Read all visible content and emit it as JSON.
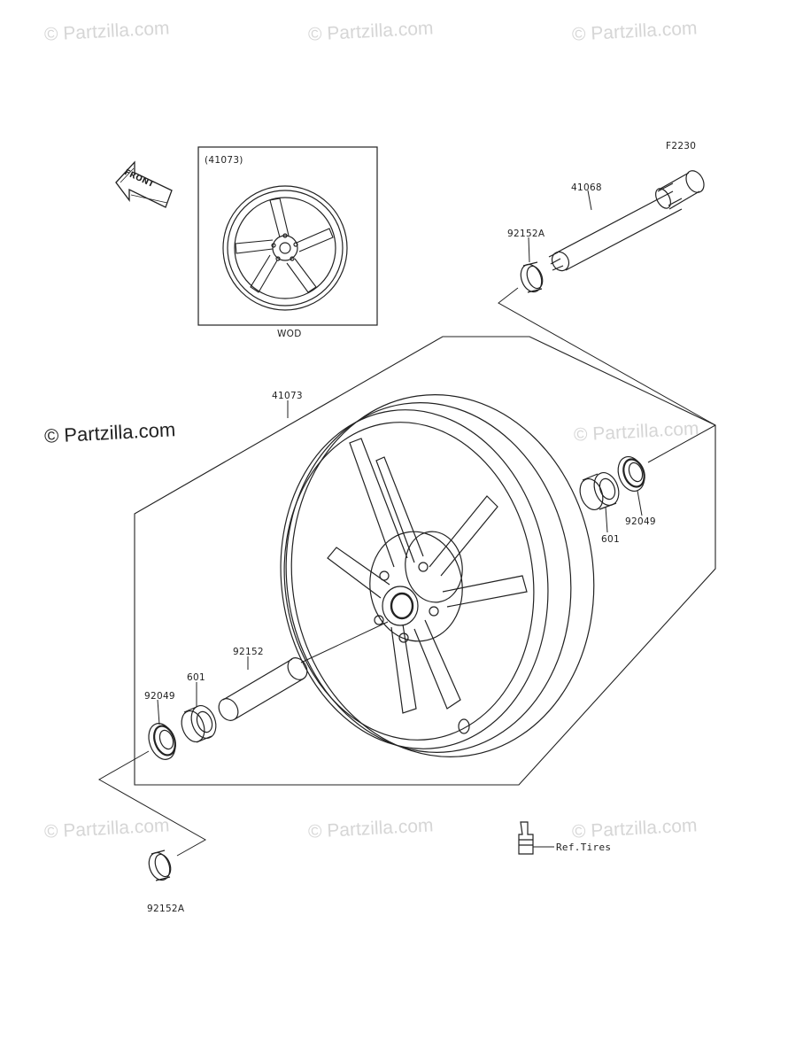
{
  "diagram": {
    "code": "F2230",
    "inset": {
      "ref": "(41073)",
      "caption": "WOD"
    },
    "front_arrow": "FRONT",
    "parts": {
      "axle": "41068",
      "collar_right": "92152A",
      "wheel": "41073",
      "seal_right": "92049",
      "bearing_right": "601",
      "spacer": "92152",
      "bearing_left": "601",
      "seal_left": "92049",
      "collar_left": "92152A",
      "valve_ref": "Ref.Tires"
    }
  },
  "watermarks": {
    "wm1": "© Partzilla.com",
    "wm2": "© Partzilla.com",
    "wm3": "© Partzilla.com",
    "wm4": "© Partzilla.com",
    "wm5": "© Partzilla.com",
    "wm6": "© Partzilla.com",
    "wm7": "© Partzilla.com",
    "wm8": "© Partzilla.com"
  }
}
